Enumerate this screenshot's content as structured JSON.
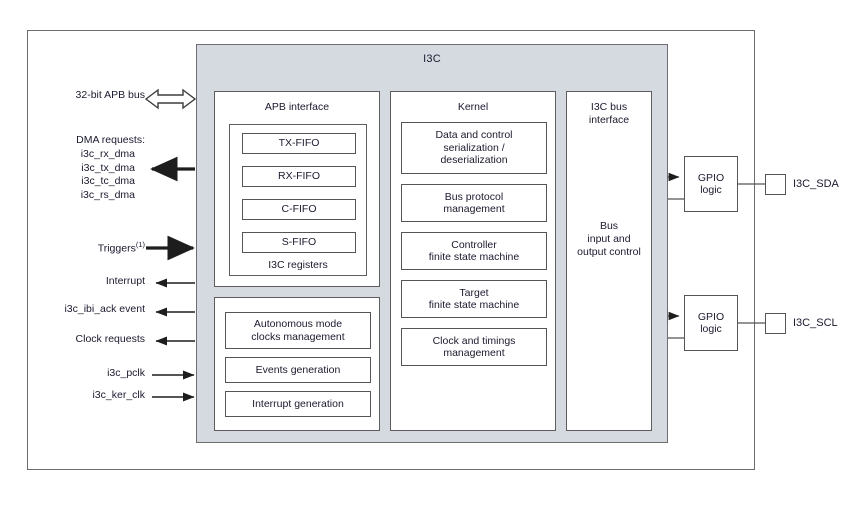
{
  "diagram": {
    "title": "I3C",
    "panel_color": "#d5dae1",
    "line_color": "#555555"
  },
  "left_signals": {
    "apb_bus": "32-bit APB bus",
    "dma_heading": "DMA requests:",
    "dma_signals": "i3c_rx_dma\ni3c_tx_dma\ni3c_tc_dma\ni3c_rs_dma",
    "triggers": "Triggers",
    "triggers_note": "(1)",
    "interrupt": "Interrupt",
    "ibi_ack": "i3c_ibi_ack event",
    "clock_requests": "Clock requests",
    "pclk": "i3c_pclk",
    "ker_clk": "i3c_ker_clk"
  },
  "apb_interface": {
    "title": "APB interface",
    "registers_label": "I3C registers",
    "fifos": [
      {
        "label": "TX-FIFO"
      },
      {
        "label": "RX-FIFO"
      },
      {
        "label": "C-FIFO"
      },
      {
        "label": "S-FIFO"
      }
    ]
  },
  "autonomous": {
    "blocks": [
      {
        "label": "Autonomous mode\nclocks management"
      },
      {
        "label": "Events generation"
      },
      {
        "label": "Interrupt generation"
      }
    ]
  },
  "kernel": {
    "title": "Kernel",
    "blocks": [
      {
        "label": "Data and control\nserialization /\ndeserialization"
      },
      {
        "label": "Bus protocol\nmanagement"
      },
      {
        "label": "Controller\nfinite state machine"
      },
      {
        "label": "Target\nfinite state machine"
      },
      {
        "label": "Clock and timings\nmanagement"
      }
    ]
  },
  "bus_interface": {
    "title": "I3C bus\ninterface",
    "body": "Bus\ninput and\noutput control"
  },
  "io": {
    "gpio_label": "GPIO\nlogic",
    "pads": [
      {
        "name": "I3C_SDA"
      },
      {
        "name": "I3C_SCL"
      }
    ]
  }
}
